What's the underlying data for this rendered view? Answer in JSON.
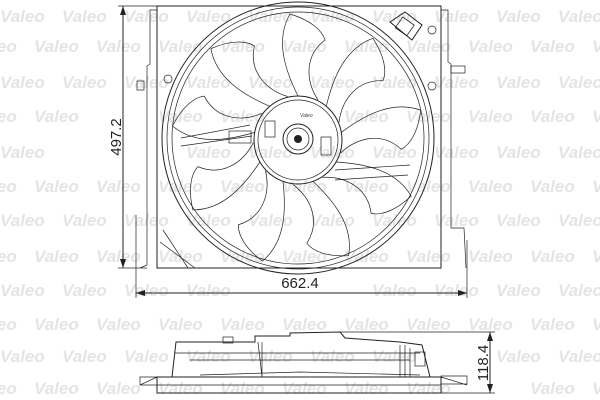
{
  "watermark": {
    "text": "Valeo",
    "color": "#e4e4e4"
  },
  "dimensions": {
    "height": "497.2",
    "width": "662.4",
    "depth": "118.4"
  },
  "hub_logo": "Valeo"
}
